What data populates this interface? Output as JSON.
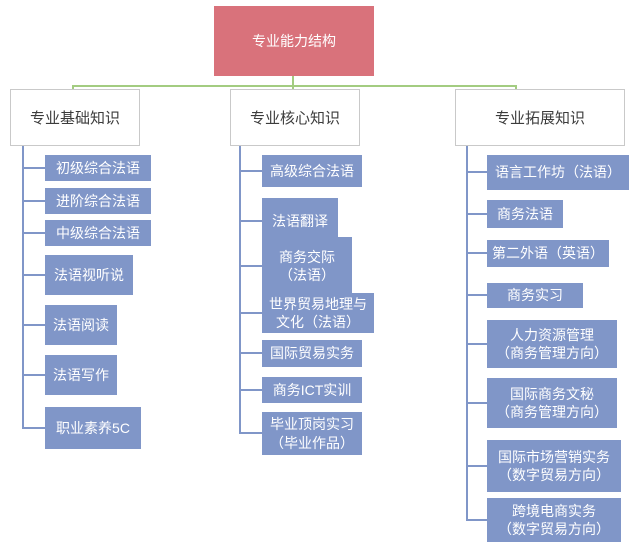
{
  "title": {
    "label": "专业能力结构"
  },
  "columns": [
    {
      "header": "专业基础知识",
      "items": [
        {
          "label": "初级综合法语"
        },
        {
          "label": "进阶综合法语"
        },
        {
          "label": "中级综合法语"
        },
        {
          "label": "法语视听说"
        },
        {
          "label": "法语阅读"
        },
        {
          "label": "法语写作"
        },
        {
          "label": "职业素养5C"
        }
      ]
    },
    {
      "header": "专业核心知识",
      "items": [
        {
          "label": "高级综合法语"
        },
        {
          "label": "法语翻译"
        },
        {
          "label": "商务交际\n（法语）"
        },
        {
          "label": "世界贸易地理与\n文化（法语）"
        },
        {
          "label": "国际贸易实务"
        },
        {
          "label": "商务ICT实训"
        },
        {
          "label": "毕业顶岗实习\n（毕业作品）"
        }
      ]
    },
    {
      "header": "专业拓展知识",
      "items": [
        {
          "label": "语言工作坊（法语）"
        },
        {
          "label": "商务法语"
        },
        {
          "label": "第二外语（英语）"
        },
        {
          "label": "商务实习"
        },
        {
          "label": "人力资源管理\n（商务管理方向）"
        },
        {
          "label": "国际商务文秘\n（商务管理方向）"
        },
        {
          "label": "国际市场营销实务\n（数字贸易方向）"
        },
        {
          "label": "跨境电商实务\n（数字贸易方向）"
        }
      ]
    }
  ],
  "colors": {
    "root_fill": "#d9727b",
    "connector_green": "#a3cc81",
    "node_fill": "#8096c8",
    "connector_blue": "#8096c8",
    "category_border": "#c9c9c9"
  }
}
